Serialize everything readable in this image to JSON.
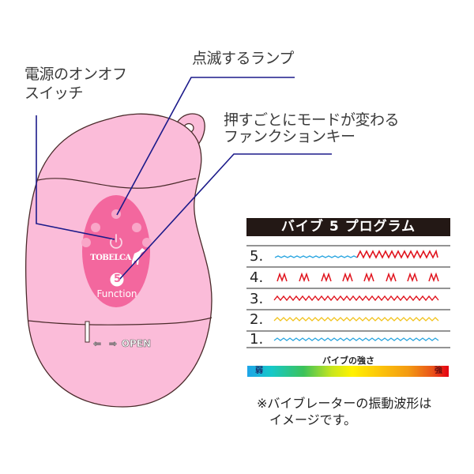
{
  "callouts": {
    "power_switch": {
      "line1": "電源のオンオフ",
      "line2": "スイッチ"
    },
    "blinking_lamp": {
      "line1": "点滅するランプ"
    },
    "function_key": {
      "line1": "押すごとにモードが変わる",
      "line2": "ファンクションキー"
    }
  },
  "device": {
    "brand_logo": "TOBELCA",
    "function_number": "5",
    "function_label": "Function",
    "open_label": "OPEN",
    "left_arrow": "⇐",
    "right_arrow": "⇒",
    "lamp_count": 5,
    "colors": {
      "body": "#fbbcd9",
      "control_panel": "#f3679e",
      "lamp": "#f9a6c8",
      "outline": "#4a2a2a",
      "callout_line": "#1b1a8a"
    }
  },
  "program_table": {
    "title": "バイブ 5 プログラム",
    "rows": [
      {
        "number": "5.",
        "pattern": "weak-to-strong",
        "colors": [
          "#2aa6e0",
          "#e0141e"
        ]
      },
      {
        "number": "4.",
        "pattern": "pulse-bursts",
        "colors": [
          "#e0141e"
        ]
      },
      {
        "number": "3.",
        "pattern": "strong-continuous",
        "colors": [
          "#e0141e"
        ]
      },
      {
        "number": "2.",
        "pattern": "medium-continuous",
        "colors": [
          "#f2c21a"
        ]
      },
      {
        "number": "1.",
        "pattern": "weak-continuous",
        "colors": [
          "#2aa6e0"
        ]
      }
    ]
  },
  "strength_scale": {
    "title": "バイブの強さ",
    "weak_label": "弱",
    "strong_label": "強"
  },
  "note": {
    "line1": "※バイブレーターの振動波形は",
    "line2": "イメージです。"
  }
}
